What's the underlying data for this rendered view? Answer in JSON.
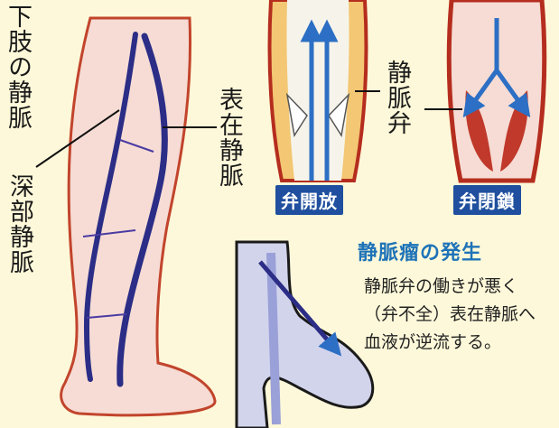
{
  "title": "下肢の静脈",
  "labels": {
    "deep_vein": "深部静脈",
    "superficial_vein": "表在静脈",
    "venous_valve": "静脈弁"
  },
  "valve_states": {
    "open": "弁開放",
    "closed": "弁閉鎖"
  },
  "varicose": {
    "title": "静脈瘤の発生",
    "description_lines": [
      "静脈弁の働きが悪く",
      "（弁不全）表在静脈へ",
      "血液が逆流する。"
    ]
  },
  "colors": {
    "vein": "#2b2d86",
    "arrow": "#2c6fc4",
    "label_bg": "#1f4f9e",
    "heading": "#1e73b8",
    "background": "#fdf8d9",
    "skin": "#f6dcd4",
    "vessel_wall": "#b52d1e"
  }
}
